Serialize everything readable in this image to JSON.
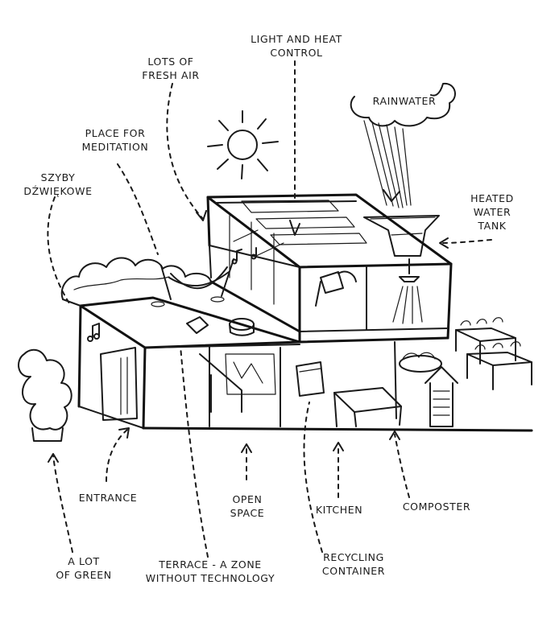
{
  "labels": {
    "light_and_heat_control": [
      "LIGHT AND HEAT",
      "CONTROL"
    ],
    "lots_of_fresh_air": [
      "LOTS OF",
      "FRESH AIR"
    ],
    "rainwater": [
      "RAINWATER"
    ],
    "place_for_meditation": [
      "PLACE FOR",
      "MEDITATION"
    ],
    "szyby_dzwiekowe": [
      "SZYBY",
      "DŹWIĘKOWE"
    ],
    "heated_water_tank": [
      "HEATED",
      "WATER",
      "TANK"
    ],
    "entrance": [
      "ENTRANCE"
    ],
    "open_space": [
      "OPEN",
      "SPACE"
    ],
    "kitchen": [
      "KITCHEN"
    ],
    "composter": [
      "COMPOSTER"
    ],
    "a_lot_of_green": [
      "A LOT",
      "OF GREEN"
    ],
    "terrace": [
      "TERRACE - A ZONE",
      "WITHOUT TECHNOLOGY"
    ],
    "recycling_container": [
      "RECYCLING",
      "CONTAINER"
    ]
  },
  "icons": {
    "sun": "sun-icon",
    "cloud": "cloud-icon",
    "house": "eco-house-sketch",
    "music_notes": "music-note-icon",
    "shower": "shower-icon",
    "lamp": "lamp-icon",
    "hammock": "hammock-icon",
    "birdhouse": "insect-hotel-icon",
    "garden_beds": "raised-garden-bed-icon"
  },
  "colors": {
    "ink": "#1a1a1a",
    "paper": "#ffffff"
  }
}
